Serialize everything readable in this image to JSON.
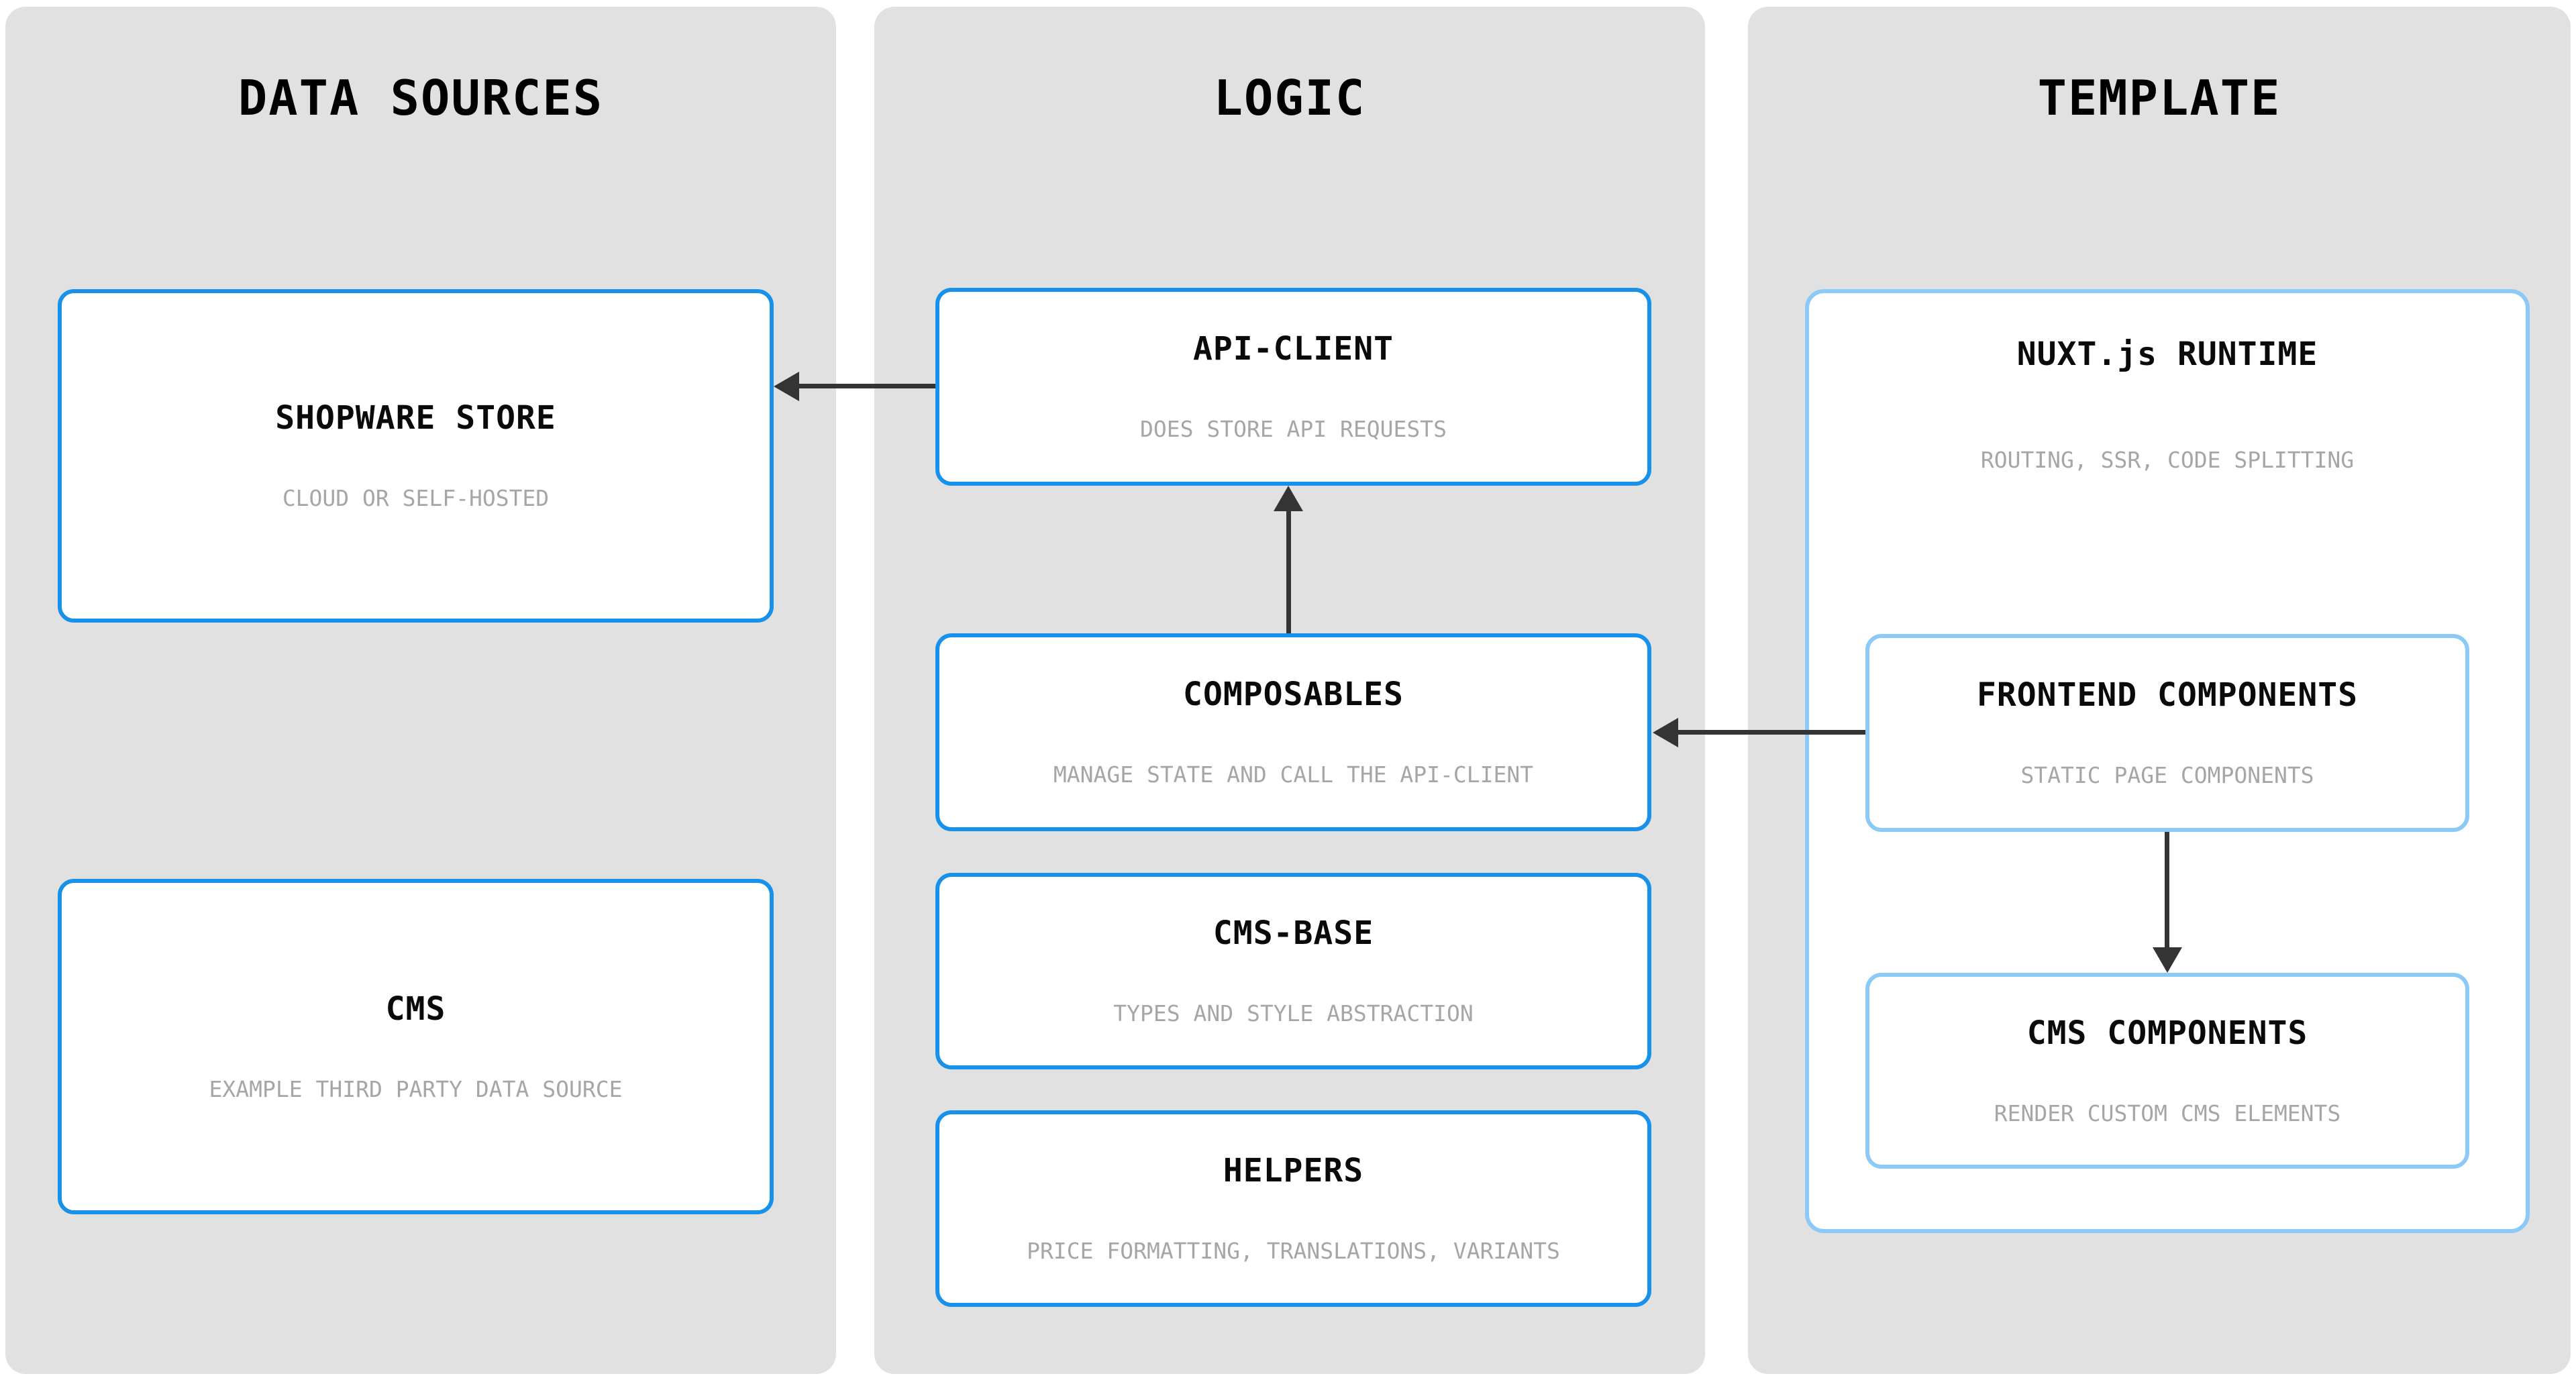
{
  "diagram": {
    "columns": [
      {
        "title": "DATA SOURCES",
        "boxes": [
          {
            "id": "shopware-store",
            "title": "SHOPWARE STORE",
            "subtitle": "CLOUD OR SELF-HOSTED"
          },
          {
            "id": "cms",
            "title": "CMS",
            "subtitle": "EXAMPLE THIRD PARTY DATA SOURCE"
          }
        ]
      },
      {
        "title": "LOGIC",
        "boxes": [
          {
            "id": "api-client",
            "title": "API-CLIENT",
            "subtitle": "DOES STORE API REQUESTS"
          },
          {
            "id": "composables",
            "title": "COMPOSABLES",
            "subtitle": "MANAGE STATE AND CALL THE API-CLIENT"
          },
          {
            "id": "cms-base",
            "title": "CMS-BASE",
            "subtitle": "TYPES AND STYLE ABSTRACTION"
          },
          {
            "id": "helpers",
            "title": "HELPERS",
            "subtitle": "PRICE FORMATTING, TRANSLATIONS, VARIANTS"
          }
        ]
      },
      {
        "title": "TEMPLATE",
        "boxes": [
          {
            "id": "nuxt-runtime",
            "title": "NUXT.js RUNTIME",
            "subtitle": "ROUTING, SSR, CODE SPLITTING"
          },
          {
            "id": "frontend-components",
            "title": "FRONTEND COMPONENTS",
            "subtitle": "STATIC PAGE COMPONENTS"
          },
          {
            "id": "cms-components",
            "title": "CMS COMPONENTS",
            "subtitle": "RENDER CUSTOM CMS ELEMENTS"
          }
        ]
      }
    ],
    "edges": [
      {
        "from": "api-client",
        "to": "shopware-store",
        "direction": "left"
      },
      {
        "from": "composables",
        "to": "api-client",
        "direction": "up"
      },
      {
        "from": "frontend-components",
        "to": "composables",
        "direction": "left"
      },
      {
        "from": "frontend-components",
        "to": "cms-components",
        "direction": "down"
      }
    ],
    "colors": {
      "panel_gray": "#e1e1e1",
      "box_white": "#ffffff",
      "border_blue": "#1791e9",
      "border_light_blue": "#8bc9f7",
      "title_black": "#0a0a0a",
      "subtitle_gray": "#a6a6a6",
      "arrow_dark": "#343434",
      "page_bg": "#ffffff"
    }
  }
}
